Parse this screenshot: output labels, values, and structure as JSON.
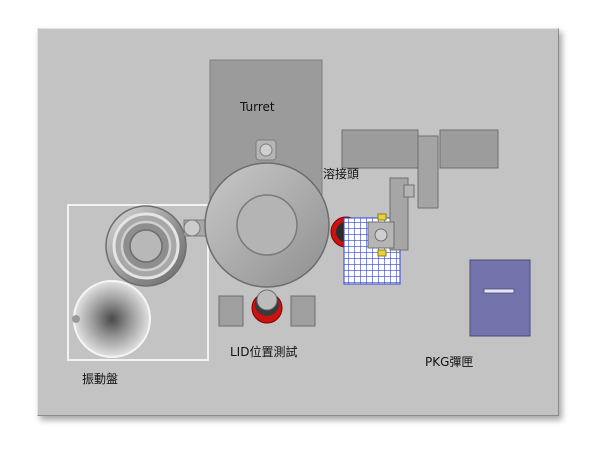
{
  "labels": {
    "turret": "Turret",
    "weld_head": "溶接頭",
    "lid_position_test": "LID位置測試",
    "vibration_bowl": "振動盤",
    "pkg_magazine": "PKG彈匣"
  },
  "colors": {
    "panel": "#c3c3c3",
    "machine_gray": "#9e9e9e",
    "dark_gray": "#8a8a8a",
    "red_ring": "#cc1111",
    "grid_blue": "#3344cc",
    "magazine_purple": "#7474ad",
    "indicator_yellow": "#e8d23a"
  }
}
